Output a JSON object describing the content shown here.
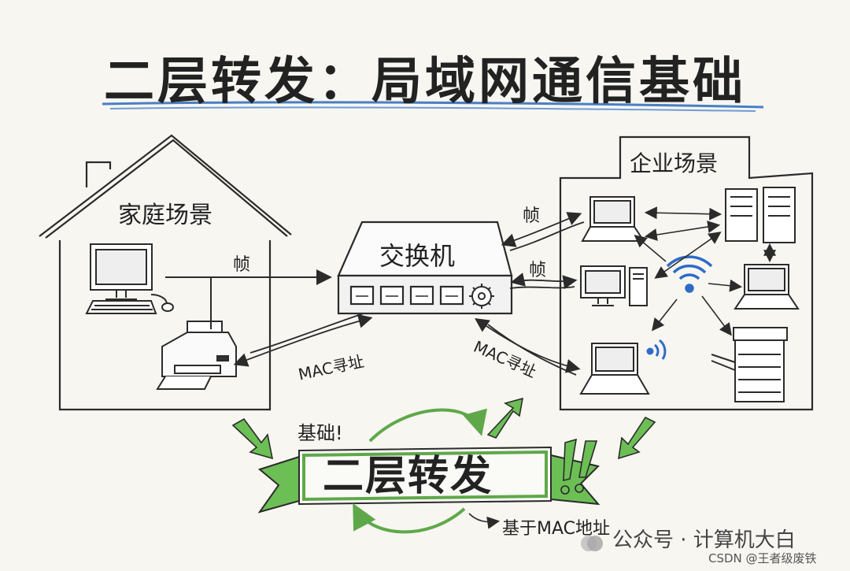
{
  "title": "二层转发：局域网通信基础",
  "home": {
    "label": "家庭场景"
  },
  "enterprise": {
    "label": "企业场景"
  },
  "switch": {
    "label": "交换机"
  },
  "frames": {
    "home_frame": "帧",
    "ent_frame_top": "帧",
    "ent_frame_mid": "帧"
  },
  "mac": {
    "left": "MAC寻址",
    "right": "MAC寻址"
  },
  "banner": {
    "basis": "基础!",
    "text": "二层转发",
    "exclaim": "!!",
    "note": "基于MAC地址"
  },
  "watermark": {
    "public_account": "公众号 · 计算机大白",
    "csdn": "CSDN @王者级废铁"
  },
  "colors": {
    "ink": "#2b2b2b",
    "accent_blue": "#4a7fc4",
    "banner_green": "#5fa84a",
    "arrow_green": "#6cbf55",
    "wifi_blue": "#2f6bc7",
    "background": "#f7f6f1"
  },
  "icons": [
    "desktop-icon",
    "keyboard-icon",
    "mouse-icon",
    "printer-icon",
    "switch-icon",
    "gear-icon",
    "laptop-icon",
    "server-icon",
    "wifi-icon",
    "copier-icon"
  ]
}
